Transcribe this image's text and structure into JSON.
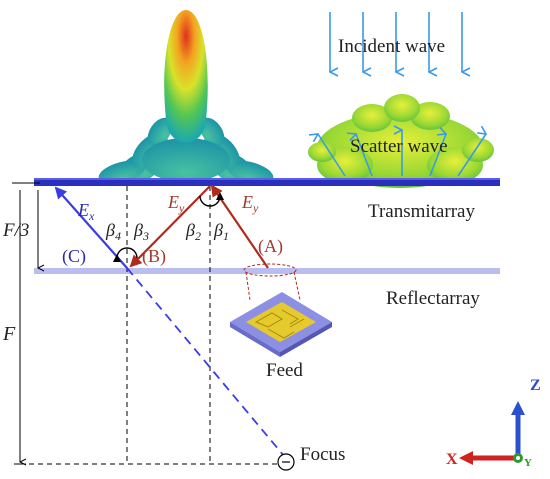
{
  "labels": {
    "incident_wave": "Incident wave",
    "scatter_wave": "Scatter wave",
    "transmitarray": "Transmitarray",
    "reflectarray": "Reflectarray",
    "feed": "Feed",
    "focus": "Focus",
    "f_over_3": "F/3",
    "f": "F",
    "path_a": "(A)",
    "path_b": "(B)",
    "path_c": "(C)",
    "ex": "E",
    "ex_sub": "x",
    "ey_left": "E",
    "ey_left_sub": "y",
    "ey_right": "E",
    "ey_right_sub": "y",
    "beta1": "β",
    "beta1_sub": "1",
    "beta2": "β",
    "beta2_sub": "2",
    "beta3": "β",
    "beta3_sub": "3",
    "beta4": "β",
    "beta4_sub": "4",
    "axis_z": "Z",
    "axis_x": "X",
    "axis_y": "Y"
  },
  "colors": {
    "transmitarray": "#2b2fbf",
    "reflectarray": "#b9bdf0",
    "ray_red": "#b02a1e",
    "ray_blue": "#3a3de0",
    "label_red": "#a23b2d",
    "label_blue": "#2a2aa8",
    "wave_arrow": "#3a9ae6",
    "axis_z": "#2a4fd0",
    "axis_x": "#d0221f",
    "axis_y": "#2e9a2e",
    "feed_patch": "#e6c92c",
    "feed_base": "#8d8fe3"
  }
}
